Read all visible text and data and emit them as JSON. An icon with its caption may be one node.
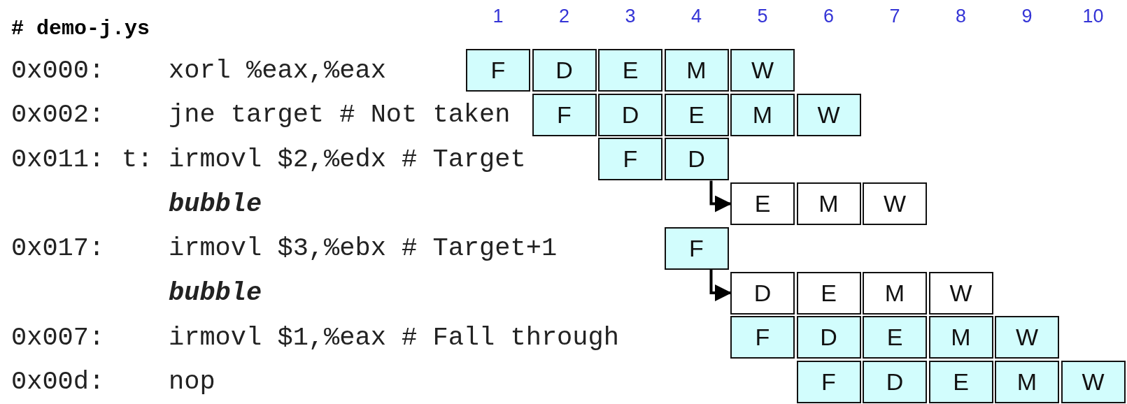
{
  "diagram": {
    "title": "# demo-j.ys",
    "nodes": [
      {
        "text": [
          "F"
        ]
      },
      {
        "text": [
          "D"
        ]
      },
      {
        "text": [
          "E"
        ]
      },
      {
        "text": [
          "M"
        ]
      },
      {
        "text": [
          "W"
        ]
      },
      {
        "text": [
          "F"
        ]
      },
      {
        "text": [
          "D"
        ]
      },
      {
        "text": [
          "E"
        ]
      },
      {
        "text": [
          "M"
        ]
      },
      {
        "text": [
          "W"
        ]
      },
      {
        "text": [
          "F"
        ]
      },
      {
        "text": [
          "D"
        ]
      },
      {
        "text": [
          "E"
        ]
      },
      {
        "text": [
          "M"
        ]
      },
      {
        "text": [
          "W"
        ]
      },
      {
        "text": [
          "F"
        ]
      },
      {
        "text": [
          "D"
        ]
      },
      {
        "text": [
          "E"
        ]
      },
      {
        "text": [
          "M"
        ]
      },
      {
        "text": [
          "W"
        ]
      },
      {
        "text": [
          "F"
        ]
      },
      {
        "text": [
          "D"
        ]
      },
      {
        "text": [
          "E"
        ]
      },
      {
        "text": [
          "M"
        ]
      },
      {
        "text": [
          "W"
        ]
      },
      {
        "text": [
          "F"
        ]
      },
      {
        "text": [
          "D"
        ]
      },
      {
        "text": [
          "E"
        ]
      },
      {
        "text": [
          "M"
        ]
      },
      {
        "text": [
          "W"
        ]
      }
    ],
    "edges": [
      {
        "from": 11,
        "to": 12,
        "arrow": "to"
      },
      {
        "from": 15,
        "to": 16,
        "arrow": "to"
      }
    ],
    "labels": [
      "1",
      "2",
      "3",
      "4",
      "5",
      "6",
      "7",
      "8",
      "9",
      "10",
      "0x000:",
      "xorl %eax,%eax",
      "0x002:",
      "jne target # Not taken",
      "0x011:",
      "t:",
      "irmovl $2,%edx # Target",
      "bubble",
      "0x017:",
      "irmovl $3,%ebx # Target+1",
      "bubble",
      "0x007:",
      "irmovl $1,%eax # Fall through",
      "0x00d:",
      "nop"
    ]
  }
}
